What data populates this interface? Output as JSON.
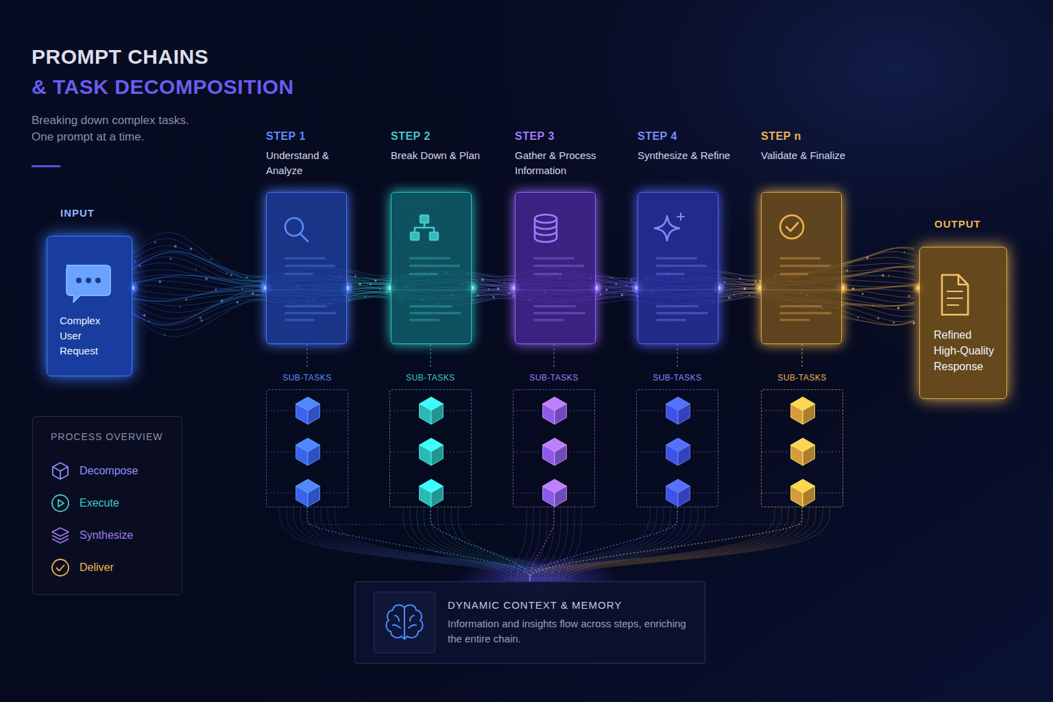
{
  "diagram": {
    "title": "PROMPT CHAINS",
    "nodes": [
      {
        "text": [
          "INPUT",
          "Complex User Request"
        ]
      },
      {
        "text": [
          "STEP 1",
          "Understand & Analyze"
        ]
      },
      {
        "text": [
          "STEP 2",
          "Break Down & Plan"
        ]
      },
      {
        "text": [
          "STEP 3",
          "Gather & Process Information"
        ]
      },
      {
        "text": [
          "STEP 4",
          "Synthesize & Refine"
        ]
      },
      {
        "text": [
          "STEP n",
          "Validate & Finalize"
        ]
      },
      {
        "text": [
          "OUTPUT",
          "Refined High-Quality Response"
        ]
      },
      {
        "text": [
          "SUB-TASKS"
        ]
      },
      {
        "text": [
          "SUB-TASKS"
        ]
      },
      {
        "text": [
          "SUB-TASKS"
        ]
      },
      {
        "text": [
          "SUB-TASKS"
        ]
      },
      {
        "text": [
          "SUB-TASKS"
        ]
      },
      {
        "text": [
          "PROCESS OVERVIEW",
          "Decompose",
          "Execute",
          "Synthesize",
          "Deliver"
        ]
      },
      {
        "text": [
          "DYNAMIC CONTEXT & MEMORY",
          "Information and insights flow across steps, enriching the entire chain."
        ]
      }
    ],
    "edges": [
      {
        "from": 0,
        "to": 1,
        "arrow": "none"
      },
      {
        "from": 1,
        "to": 2,
        "arrow": "none"
      },
      {
        "from": 2,
        "to": 3,
        "arrow": "none"
      },
      {
        "from": 3,
        "to": 4,
        "arrow": "none"
      },
      {
        "from": 4,
        "to": 5,
        "arrow": "none"
      },
      {
        "from": 5,
        "to": 6,
        "arrow": "none"
      },
      {
        "from": 1,
        "to": 7,
        "arrow": "none"
      },
      {
        "from": 2,
        "to": 8,
        "arrow": "none"
      },
      {
        "from": 3,
        "to": 9,
        "arrow": "none"
      },
      {
        "from": 4,
        "to": 10,
        "arrow": "none"
      },
      {
        "from": 5,
        "to": 11,
        "arrow": "none"
      },
      {
        "from": 7,
        "to": 13,
        "arrow": "none"
      },
      {
        "from": 8,
        "to": 13,
        "arrow": "none"
      },
      {
        "from": 9,
        "to": 13,
        "arrow": "none"
      },
      {
        "from": 10,
        "to": 13,
        "arrow": "none"
      },
      {
        "from": 11,
        "to": 13,
        "arrow": "none"
      }
    ],
    "labels": [
      "& TASK DECOMPOSITION",
      "Breaking down complex tasks. One prompt at a time."
    ]
  }
}
